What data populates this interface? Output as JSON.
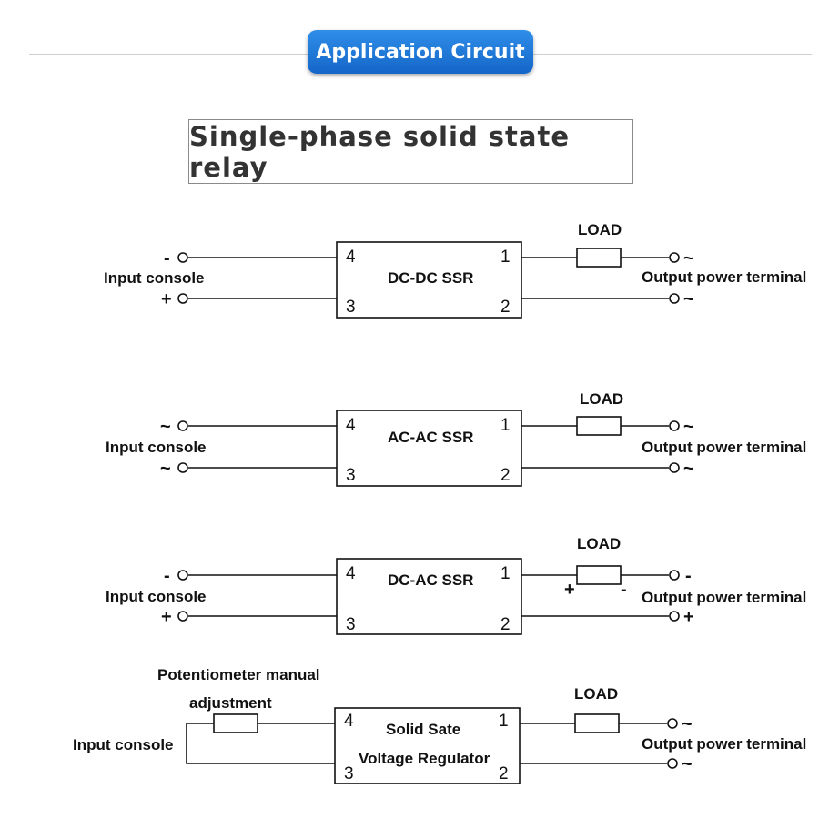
{
  "header": {
    "badge_label": "Application Circuit",
    "title": "Single-phase solid state relay"
  },
  "labels": {
    "input_console": "Input console",
    "output_power_terminal": "Output power terminal",
    "load": "LOAD",
    "potentiometer_line1": "Potentiometer manual",
    "potentiometer_line2": "adjustment"
  },
  "circuits": [
    {
      "ssr_label": "DC-DC SSR",
      "pins": [
        "4",
        "1",
        "3",
        "2"
      ],
      "input_top_symbol": "-",
      "input_bottom_symbol": "+",
      "output_top_symbol": "~",
      "output_bottom_symbol": "~"
    },
    {
      "ssr_label": "AC-AC SSR",
      "pins": [
        "4",
        "1",
        "3",
        "2"
      ],
      "input_top_symbol": "~",
      "input_bottom_symbol": "~",
      "output_top_symbol": "~",
      "output_bottom_symbol": "~"
    },
    {
      "ssr_label": "DC-AC SSR",
      "pins": [
        "4",
        "1",
        "3",
        "2"
      ],
      "input_top_symbol": "-",
      "input_bottom_symbol": "+",
      "output_top_symbol": "-",
      "output_bottom_symbol": "+",
      "load_left_symbol": "+",
      "load_right_symbol": "-"
    },
    {
      "ssr_label_line1": "Solid Sate",
      "ssr_label_line2": "Voltage Regulator",
      "pins": [
        "4",
        "1",
        "3",
        "2"
      ],
      "output_top_symbol": "~",
      "output_bottom_symbol": "~"
    }
  ]
}
